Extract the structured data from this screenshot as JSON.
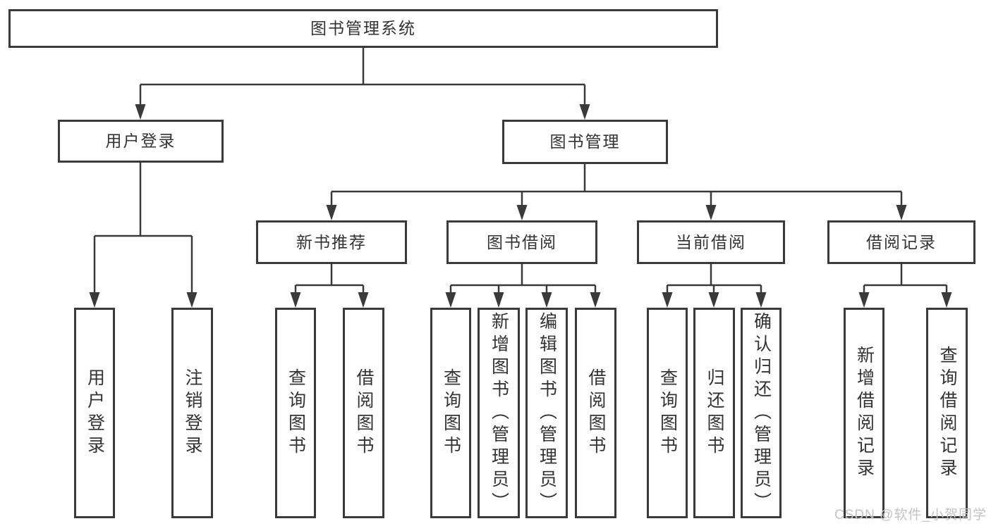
{
  "tree": {
    "label": "图书管理系统",
    "children": [
      {
        "label": "用户登录",
        "children": [
          {
            "label": "用户登录"
          },
          {
            "label": "注销登录"
          }
        ]
      },
      {
        "label": "图书管理",
        "children": [
          {
            "label": "新书推荐",
            "children": [
              {
                "label": "查询图书"
              },
              {
                "label": "借阅图书"
              }
            ]
          },
          {
            "label": "图书借阅",
            "children": [
              {
                "label": "查询图书"
              },
              {
                "label": "新增图书（管理员）"
              },
              {
                "label": "编辑图书（管理员）"
              },
              {
                "label": "借阅图书"
              }
            ]
          },
          {
            "label": "当前借阅",
            "children": [
              {
                "label": "查询图书"
              },
              {
                "label": "归还图书"
              },
              {
                "label": "确认归还（管理员）"
              }
            ]
          },
          {
            "label": "借阅记录",
            "children": [
              {
                "label": "新增借阅记录"
              },
              {
                "label": "查询借阅记录"
              }
            ]
          }
        ]
      }
    ]
  },
  "watermark": {
    "text": "CSDN @软件_小贺同学"
  },
  "colors": {
    "line": "#3a3a3a",
    "text": "#333333",
    "watermark": "#c3c3c3",
    "background": "#ffffff"
  }
}
